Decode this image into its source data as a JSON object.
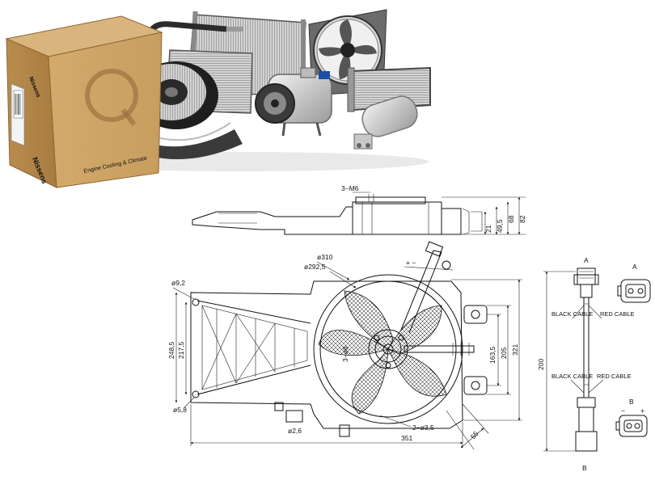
{
  "brand": {
    "box_logo_text": "Nissens",
    "box_side_text": "Engine Cooling & Climate"
  },
  "colors": {
    "cardboard": "#c49a5a",
    "cardboard_dark": "#9c7440",
    "metal_light": "#d9d9d9",
    "metal_dark": "#5a5a5a",
    "line": "#111111"
  },
  "products": [
    {
      "name": "carton-box"
    },
    {
      "name": "blower-motor-icon"
    },
    {
      "name": "condenser-icon"
    },
    {
      "name": "radiator-fan-icon"
    },
    {
      "name": "ac-compressor-icon"
    },
    {
      "name": "heater-core-icon"
    },
    {
      "name": "receiver-drier-icon"
    }
  ],
  "side_view": {
    "thread_label": "3−M6",
    "dims": [
      "21",
      "49,5",
      "68",
      "82"
    ]
  },
  "front_view": {
    "dia_fan": "ø310",
    "dia_ring": "ø292,5",
    "hole_left": "ø9,2",
    "hole_bottom": "ø5,8",
    "hole_small": "ø2,6",
    "holes_bottom": "2−ø3,5",
    "center_holes": "3−ø8",
    "width": "351",
    "height_outer": "248,5",
    "height_inner": "217,5",
    "right_163": "163,5",
    "right_205": "205",
    "right_321": "321",
    "angle": "55",
    "terminals": "+ −"
  },
  "connector_view": {
    "top_label": "A",
    "bottom_label": "B",
    "black_cable_top": "BLACK CABLE",
    "red_cable_top": "RED CABLE",
    "black_cable_bottom": "BLACK CABLE",
    "red_cable_bottom": "RED CABLE",
    "length": "200",
    "conn_a_label": "A",
    "conn_b_label": "B",
    "conn_b_minus": "−",
    "conn_b_plus": "+"
  }
}
